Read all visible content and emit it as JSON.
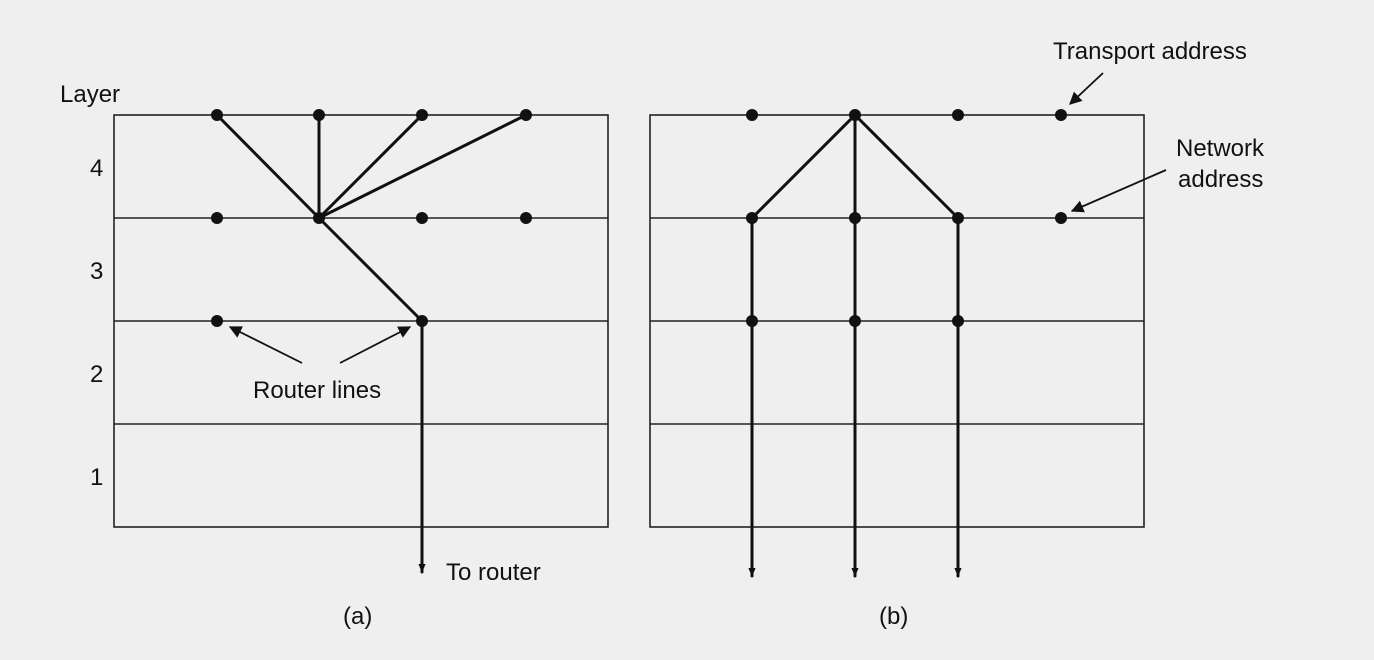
{
  "axis": {
    "title": "Layer",
    "layers": [
      "4",
      "3",
      "2",
      "1"
    ]
  },
  "labels": {
    "router_lines": "Router lines",
    "to_router": "To router",
    "transport_address": "Transport address",
    "network_address_line1": "Network",
    "network_address_line2": "address"
  },
  "captions": {
    "a": "(a)",
    "b": "(b)"
  }
}
